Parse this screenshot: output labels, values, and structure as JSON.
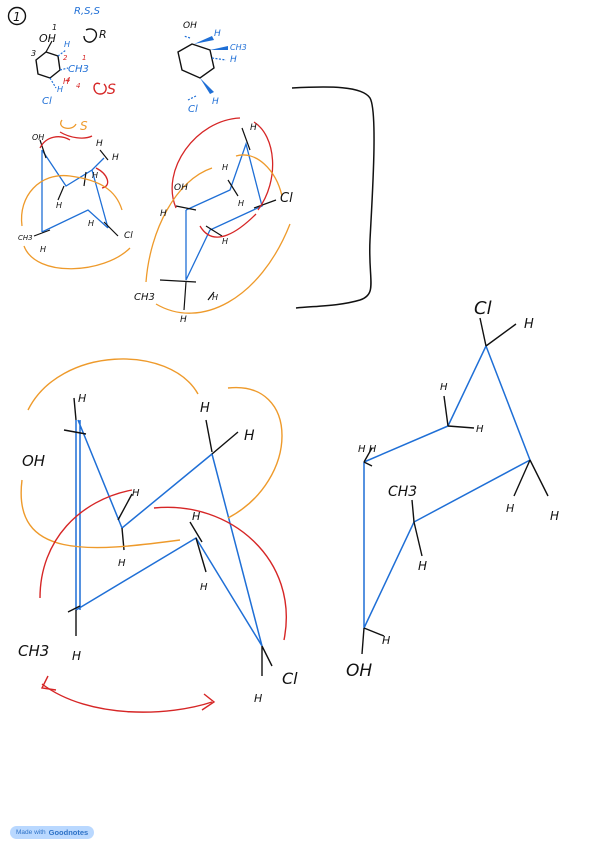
{
  "problem_number": "1",
  "configuration": "R,S,S",
  "colors": {
    "ink": "#111111",
    "blue": "#1f6fd6",
    "red": "#d62626",
    "orange": "#ee9a2b"
  },
  "top_left": {
    "oh": "OH",
    "cl": "Cl",
    "ch3": "CH3",
    "h_a": "H",
    "h_b": "H",
    "h_c": "H",
    "n1": "1",
    "n3": "3",
    "s_label": "S",
    "s_label_2": "S",
    "r_arrow_label": "R",
    "small_a": "4",
    "small_b": "4",
    "small_c": "2",
    "small_d": "1"
  },
  "top_mid": {
    "oh": "OH",
    "ch3": "CH3",
    "h_right": "H",
    "h_top": "H",
    "cl": "Cl",
    "h_bottom": "H"
  },
  "chair_small_left": {
    "oh": "OH",
    "h1": "H",
    "h2": "H",
    "h3": "H",
    "h4": "H",
    "h5": "H",
    "ch3": "CH3",
    "h6": "H",
    "cl": "Cl",
    "s_label": "S"
  },
  "chair_small_right": {
    "oh": "OH",
    "h1": "H",
    "h2": "H",
    "h3": "H",
    "h4": "H",
    "h5": "H",
    "cl": "Cl",
    "ch3": "CH3",
    "h6": "H",
    "h7": "H"
  },
  "chair_big_left": {
    "oh": "OH",
    "h_top_left": "H",
    "h_top_right": "H",
    "h_right": "H",
    "h_mid": "H",
    "h_mid2": "H",
    "h_center": "H",
    "h_center2": "H",
    "ch3": "CH3",
    "h_bottom_left": "H",
    "cl": "Cl",
    "h_bottom": "H"
  },
  "chair_big_right": {
    "cl": "Cl",
    "h_top_right": "H",
    "h_upper": "H",
    "h_upper2": "H",
    "hh_left": "H H",
    "ch3": "CH3",
    "h_mid": "H",
    "h_right1": "H",
    "h_right2": "H",
    "h_low": "H",
    "oh": "OH"
  },
  "footer": {
    "made_with": "Made with",
    "brand": "Goodnotes"
  }
}
